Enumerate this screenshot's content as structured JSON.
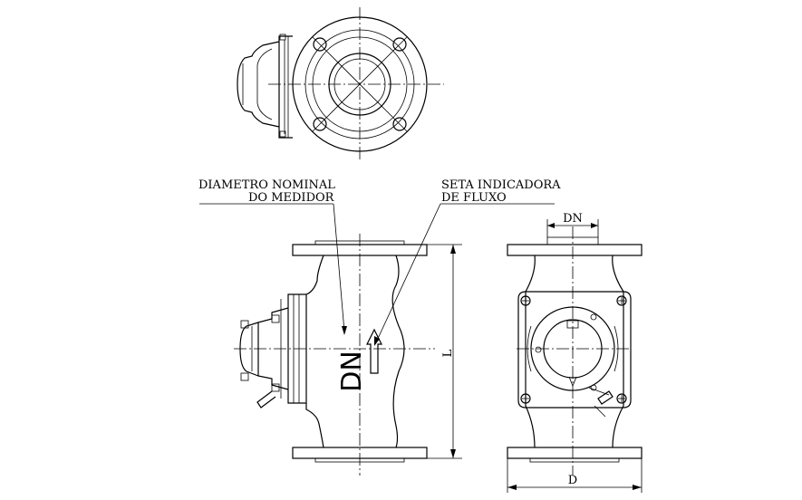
{
  "labels": {
    "diam_line1": "DIAMETRO NOMINAL",
    "diam_line2": "DO MEDIDOR",
    "seta_line1": "SETA INDICADORA",
    "seta_line2": "DE FLUXO",
    "dn_body": "DN",
    "dn_dim": "DN",
    "l_dim": "L",
    "d_dim": "D"
  }
}
